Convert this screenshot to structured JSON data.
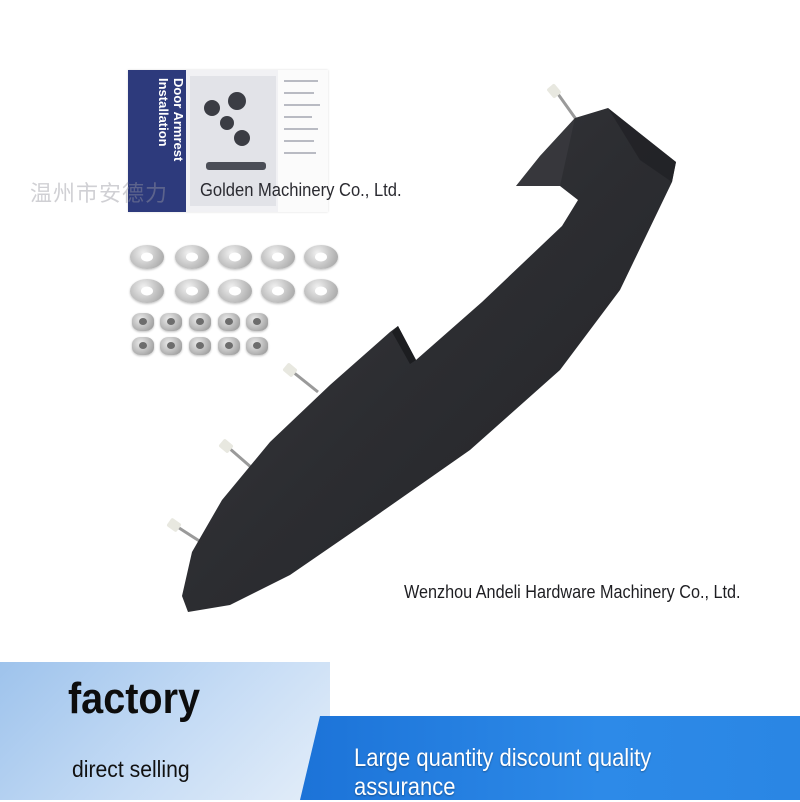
{
  "instruction_card": {
    "title": "Door Armrest\nInstallation"
  },
  "watermark": {
    "chinese_text": "温州市安德力",
    "top_label": "Golden Machinery Co., Ltd.",
    "bottom_label": "Wenzhou Andeli Hardware Machinery Co., Ltd."
  },
  "banner": {
    "headline": "factory",
    "subline": "direct selling",
    "slogan": "Large quantity discount quality assurance"
  },
  "colors": {
    "armrest": "#2e2f33",
    "card_band": "#2d3a7c",
    "banner_blue": "#1c73d8",
    "banner_light": "#c6dcf5"
  },
  "icons": {
    "product": "door-armrest-image",
    "hardware": "washer-and-nut-set"
  }
}
